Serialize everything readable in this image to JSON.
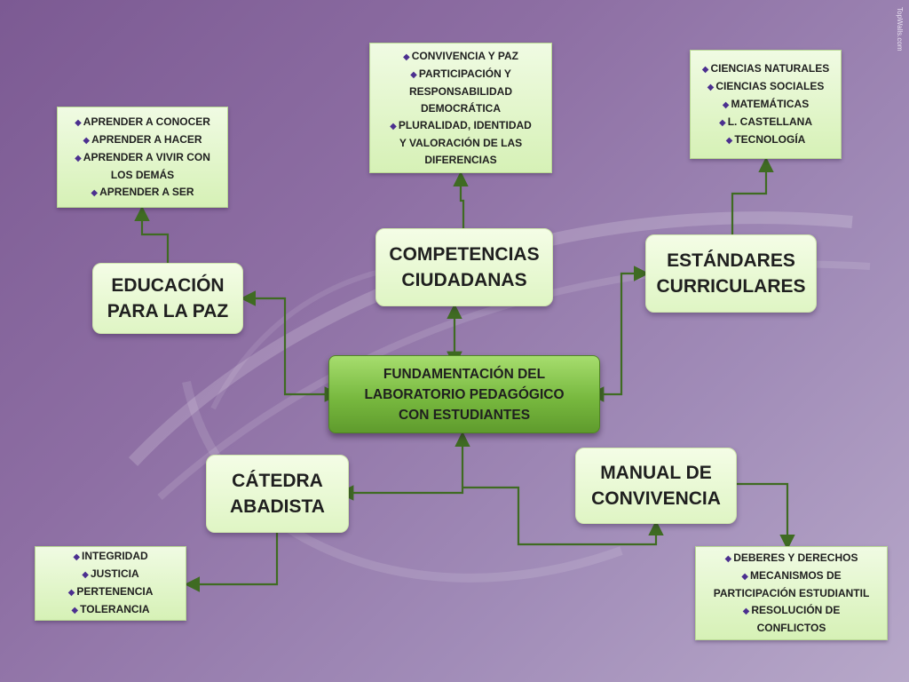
{
  "watermark": "TopWalls.com",
  "center": {
    "lines": [
      "FUNDAMENTACIÓN DEL",
      "LABORATORIO PEDAGÓGICO",
      "CON ESTUDIANTES"
    ]
  },
  "nodes": {
    "competencias": [
      "COMPETENCIAS",
      "CIUDADANAS"
    ],
    "estandares": [
      "ESTÁNDARES",
      "CURRICULARES"
    ],
    "educacion": [
      "EDUCACIÓN",
      "PARA LA PAZ"
    ],
    "catedra": [
      "CÁTEDRA",
      "ABADISTA"
    ],
    "manual": [
      "MANUAL DE",
      "CONVIVENCIA"
    ]
  },
  "lists": {
    "competencias": [
      "CONVIVENCIA Y PAZ",
      "PARTICIPACIÓN Y",
      "RESPONSABILIDAD",
      "DEMOCRÁTICA",
      "PLURALIDAD, IDENTIDAD",
      "Y VALORACIÓN DE LAS",
      "DIFERENCIAS"
    ],
    "estandares": [
      "CIENCIAS NATURALES",
      "CIENCIAS SOCIALES",
      "MATEMÁTICAS",
      "L. CASTELLANA",
      "TECNOLOGÍA"
    ],
    "educacion": [
      "APRENDER A CONOCER",
      "APRENDER A HACER",
      "APRENDER A VIVIR CON",
      "LOS DEMÁS",
      "APRENDER A SER"
    ],
    "catedra": [
      "INTEGRIDAD",
      "JUSTICIA",
      "PERTENENCIA",
      "TOLERANCIA"
    ],
    "manual": [
      "DEBERES Y DERECHOS",
      "MECANISMOS DE",
      "PARTICIPACIÓN ESTUDIANTIL",
      "RESOLUCIÓN DE",
      "CONFLICTOS"
    ]
  },
  "bullet_flags": {
    "competencias": [
      true,
      true,
      false,
      false,
      true,
      false,
      false
    ],
    "estandares": [
      true,
      true,
      true,
      true,
      true
    ],
    "educacion": [
      true,
      true,
      true,
      false,
      true
    ],
    "catedra": [
      true,
      true,
      true,
      true
    ],
    "manual": [
      true,
      true,
      false,
      true,
      false
    ]
  },
  "bullet_icon": "diamond-bullet",
  "colors": {
    "connector": "#3f6b22",
    "center_fill": "#78b93f",
    "box_fill": "#dff5c4",
    "bullet": "#4b2f8f",
    "background": "#8d6ea3"
  }
}
